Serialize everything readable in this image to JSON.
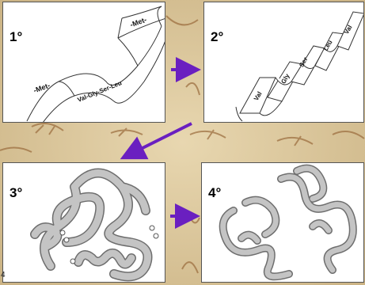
{
  "panels": {
    "primary": {
      "label": "1°",
      "segments": [
        "-Met-",
        "Val-Gly-Ser-Leu",
        "-Met-"
      ]
    },
    "secondary": {
      "label": "2°",
      "residues": [
        "Val",
        "Gly",
        "Ser",
        "Leu",
        "Val"
      ]
    },
    "tertiary": {
      "label": "3°"
    },
    "quaternary": {
      "label": "4°"
    }
  },
  "page_number": "4",
  "colors": {
    "arrow": "#6a1fc0",
    "background": "#d9c49a",
    "fiber": "#9a6b3c",
    "tube_fill": "#bdbdbd",
    "tube_edge": "#6e6e6e"
  }
}
